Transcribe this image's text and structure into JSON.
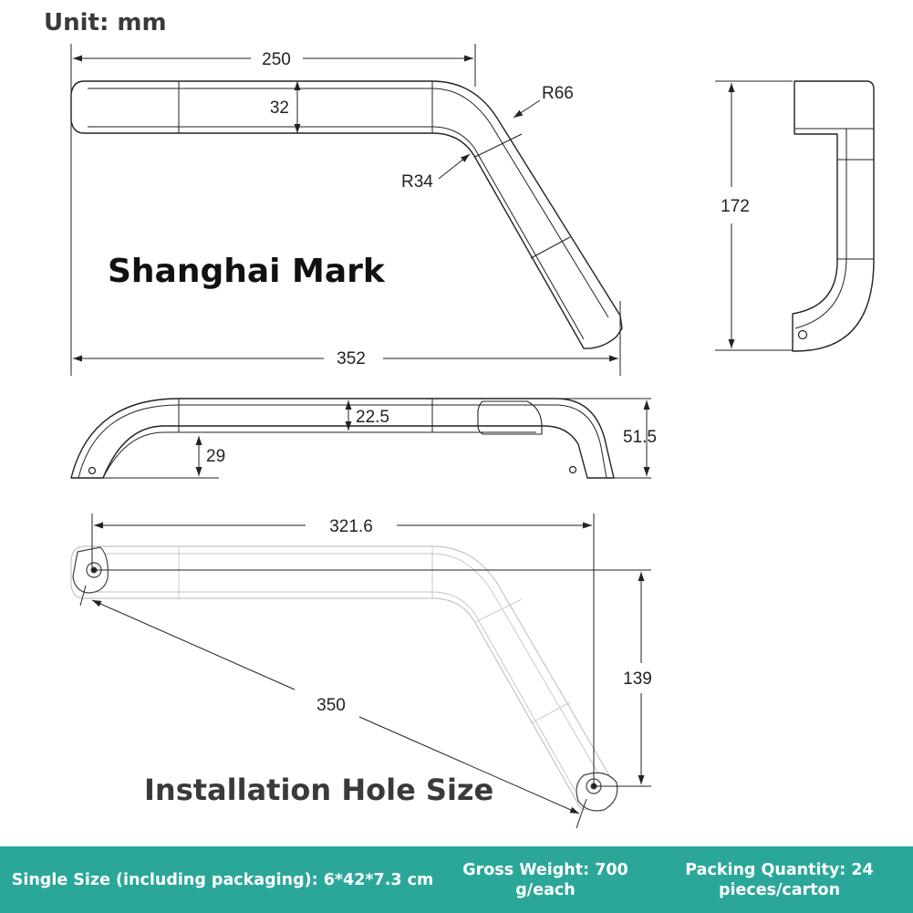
{
  "unit_label": "Unit: mm",
  "views": {
    "top": {
      "label": "Shanghai Mark",
      "dims": {
        "length_straight": "250",
        "width": "32",
        "outer_radius": "R66",
        "inner_radius": "R34",
        "overall_length": "352"
      }
    },
    "end": {
      "dims": {
        "height": "172"
      }
    },
    "side": {
      "dims": {
        "thickness": "22.5",
        "height": "51.5",
        "post_height": "29"
      }
    },
    "holes": {
      "label": "Installation Hole Size",
      "dims": {
        "horizontal": "321.6",
        "diagonal": "350",
        "vertical": "139"
      }
    }
  },
  "footer": {
    "single_size": "Single Size (including packaging): 6*42*7.3 cm",
    "gross_weight": "Gross Weight: 700 g/each",
    "packing_quantity": "Packing Quantity: 24 pieces/carton"
  },
  "colors": {
    "footer_bg": "#2ba79a",
    "line": "#222222",
    "ghost_line": "#c8c8c8",
    "label_text": "#3a3a3a"
  }
}
